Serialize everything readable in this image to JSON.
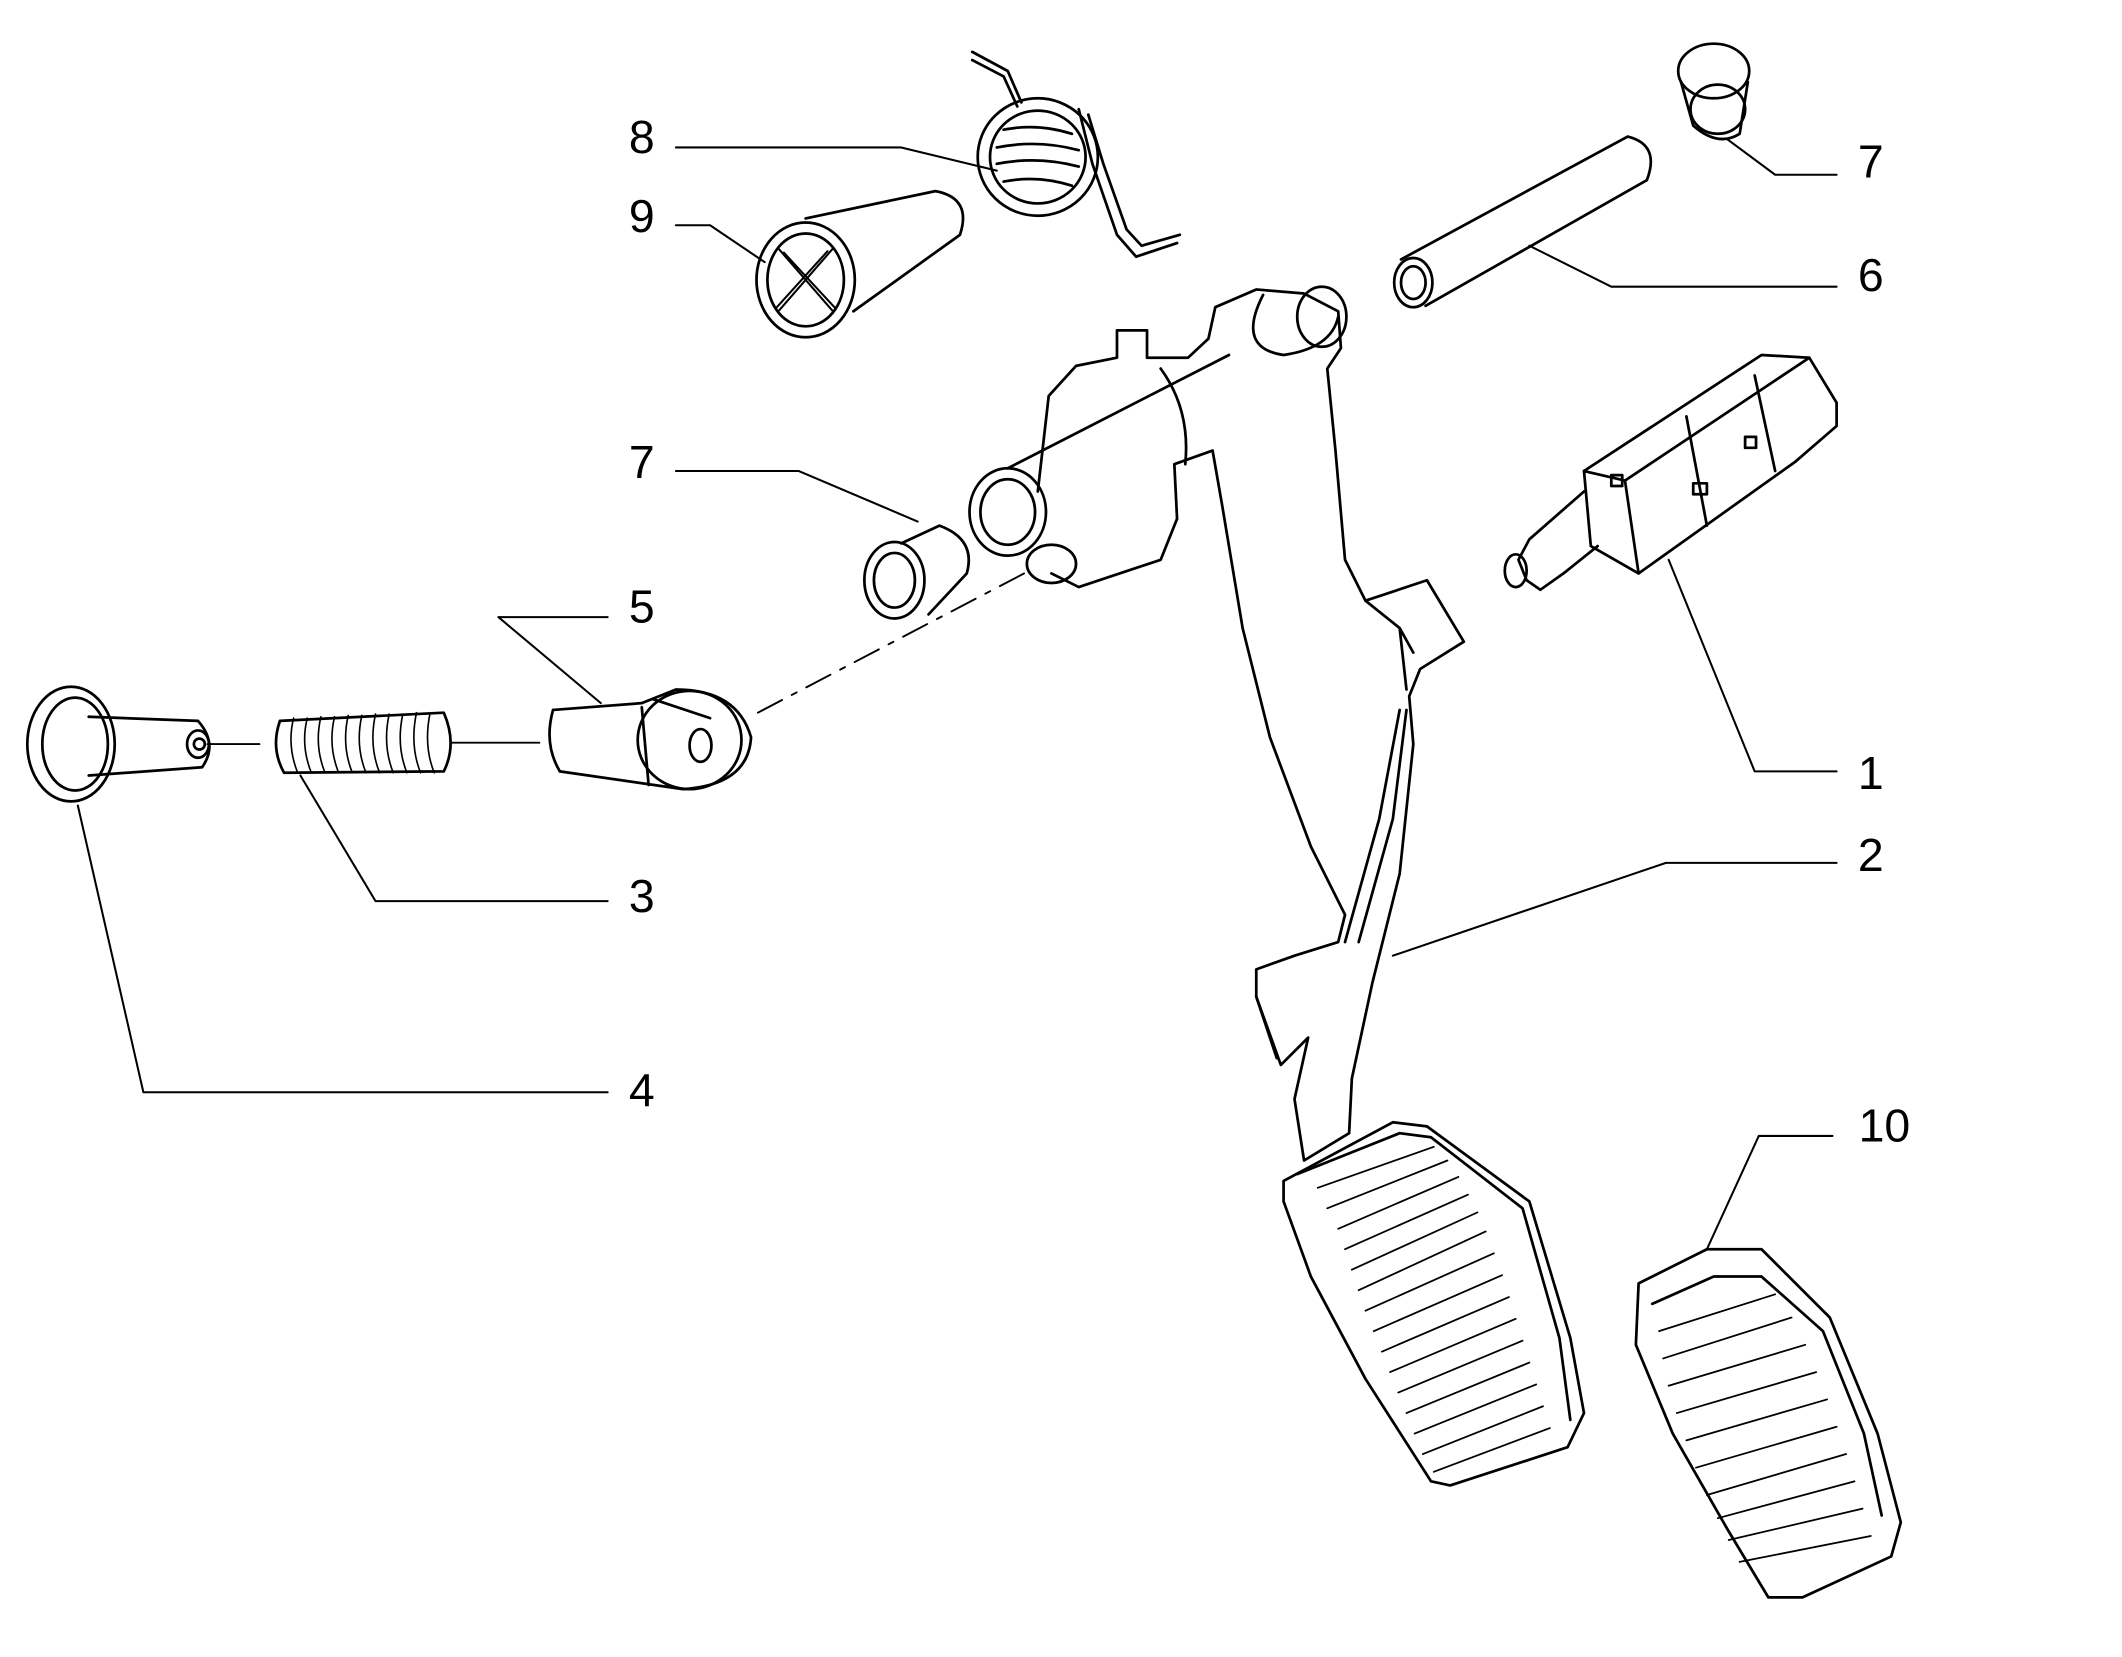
{
  "diagram": {
    "line_color": "#000000",
    "background": "#ffffff",
    "callouts": [
      {
        "id": "c1",
        "label": "1"
      },
      {
        "id": "c2",
        "label": "2"
      },
      {
        "id": "c3",
        "label": "3"
      },
      {
        "id": "c4",
        "label": "4"
      },
      {
        "id": "c5",
        "label": "5"
      },
      {
        "id": "c6",
        "label": "6"
      },
      {
        "id": "c7a",
        "label": "7"
      },
      {
        "id": "c7b",
        "label": "7"
      },
      {
        "id": "c8",
        "label": "8"
      },
      {
        "id": "c9",
        "label": "9"
      },
      {
        "id": "c10",
        "label": "10"
      }
    ]
  }
}
